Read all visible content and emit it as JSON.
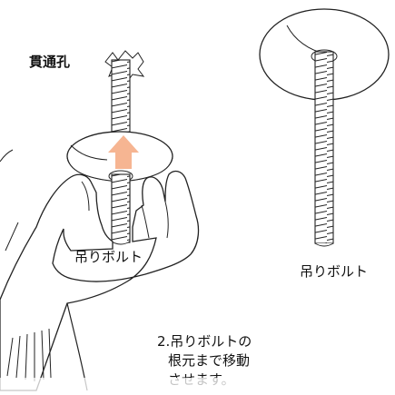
{
  "labels": {
    "through_hole": "貫通孔",
    "hanging_bolt_left": "吊りボルト",
    "hanging_bolt_right": "吊りボルト"
  },
  "step": {
    "line1": "2.吊りボルトの",
    "line2": "根元まで移動",
    "line3": "させます。"
  },
  "colors": {
    "arrow": "#f6b592",
    "line": "#222222"
  },
  "icons": {
    "arrow": "up-arrow-icon"
  }
}
